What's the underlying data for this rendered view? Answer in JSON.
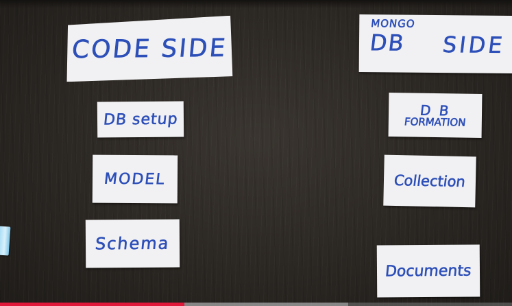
{
  "left_column": {
    "header": "CODE SIDE",
    "items": [
      "DB setup",
      "MODEL",
      "Schema"
    ]
  },
  "right_column": {
    "header_small": "MONGO",
    "header_db": "DB",
    "header_side": "SIDE",
    "items": {
      "formation_line1": "D B",
      "formation_line2": "FORMATION",
      "collection": "Collection",
      "documents": "Documents"
    }
  },
  "video": {
    "progress_fraction": 0.36,
    "buffered_fraction": 0.68,
    "played_color": "#e0193a"
  },
  "colors": {
    "ink": "#2d4fb8",
    "paper": "#f1f1f3",
    "table": "#2b2723"
  }
}
